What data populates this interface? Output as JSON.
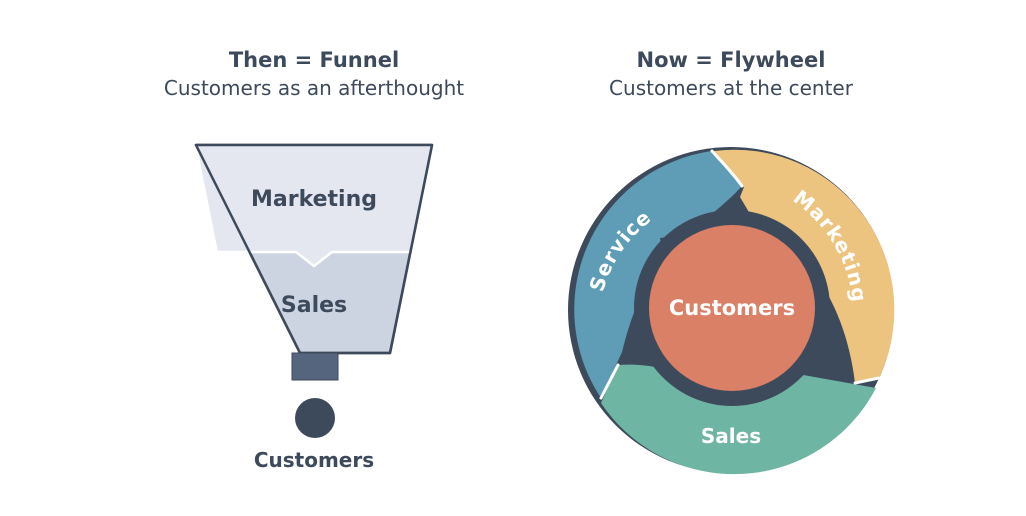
{
  "colors": {
    "text": "#3d4a5c",
    "funnel_top": "#e4e7f0",
    "funnel_bottom": "#cdd4e1",
    "funnel_stroke": "#3d4a5c",
    "funnel_spout": "#56657e",
    "funnel_dot": "#3d4a5c",
    "ring": "#3d4a5c",
    "customers_center": "#d98066",
    "marketing_arc": "#ecc37f",
    "service_arc": "#5e9db5",
    "sales_arc": "#6fb5a3",
    "white": "#ffffff"
  },
  "funnel": {
    "title": "Then = Funnel",
    "subtitle": "Customers as an afterthought",
    "stages": {
      "top": "Marketing",
      "bottom": "Sales"
    },
    "output": "Customers"
  },
  "flywheel": {
    "title": "Now = Flywheel",
    "subtitle": "Customers at the center",
    "center": "Customers",
    "segments": {
      "marketing": "Marketing",
      "service": "Service",
      "sales": "Sales"
    }
  }
}
